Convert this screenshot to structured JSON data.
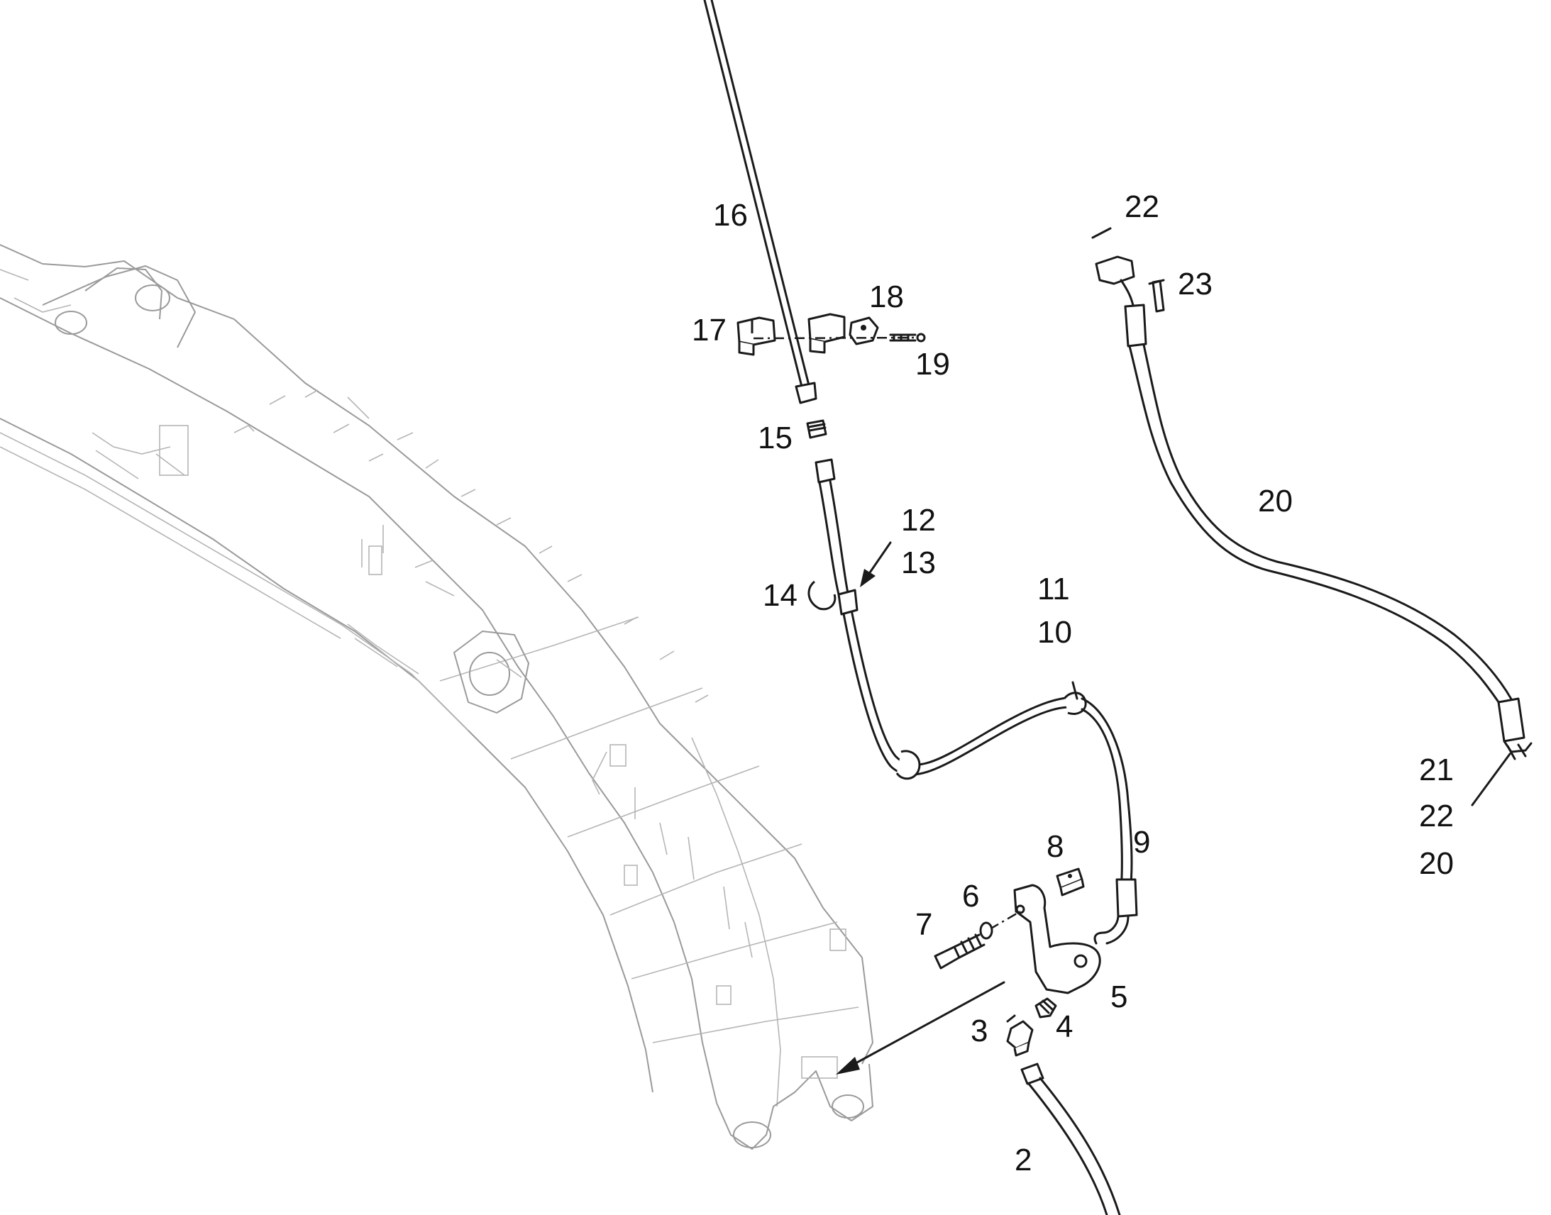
{
  "callouts": [
    {
      "id": "c16",
      "text": "16"
    },
    {
      "id": "c22a",
      "text": "22"
    },
    {
      "id": "c23",
      "text": "23"
    },
    {
      "id": "c18",
      "text": "18"
    },
    {
      "id": "c17",
      "text": "17"
    },
    {
      "id": "c19",
      "text": "19"
    },
    {
      "id": "c15",
      "text": "15"
    },
    {
      "id": "c20a",
      "text": "20"
    },
    {
      "id": "c12",
      "text": "12"
    },
    {
      "id": "c13",
      "text": "13"
    },
    {
      "id": "c14",
      "text": "14"
    },
    {
      "id": "c11",
      "text": "11"
    },
    {
      "id": "c10",
      "text": "10"
    },
    {
      "id": "c21",
      "text": "21"
    },
    {
      "id": "c22b",
      "text": "22"
    },
    {
      "id": "c20b",
      "text": "20"
    },
    {
      "id": "c9",
      "text": "9"
    },
    {
      "id": "c8",
      "text": "8"
    },
    {
      "id": "c6",
      "text": "6"
    },
    {
      "id": "c7",
      "text": "7"
    },
    {
      "id": "c5",
      "text": "5"
    },
    {
      "id": "c3",
      "text": "3"
    },
    {
      "id": "c4",
      "text": "4"
    },
    {
      "id": "c2",
      "text": "2"
    }
  ]
}
